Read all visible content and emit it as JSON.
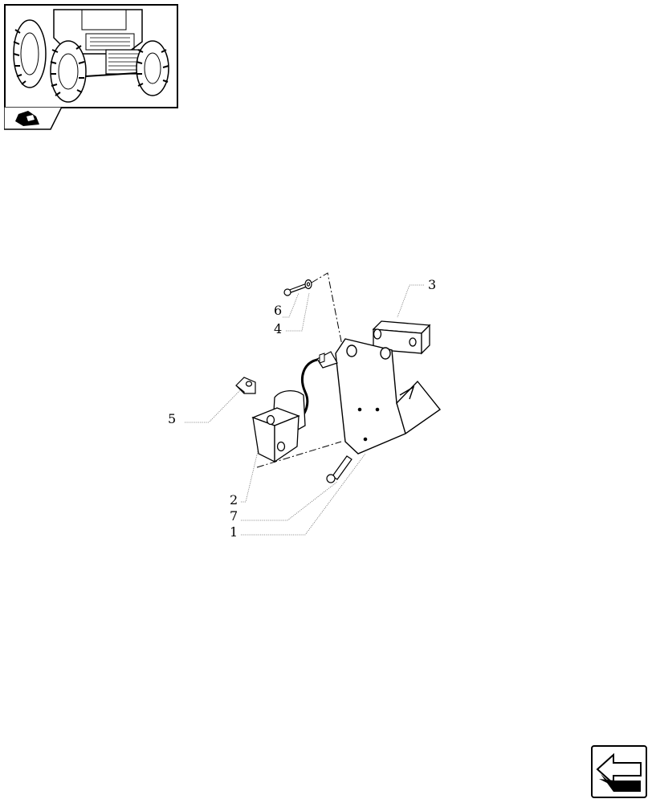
{
  "thumbnail": {
    "icon": "tractor-front-icon"
  },
  "tab": {
    "icon": "hand-pointer-icon"
  },
  "diagram": {
    "callouts": {
      "c1": "1",
      "c2": "2",
      "c3": "3",
      "c4": "4",
      "c5": "5",
      "c6": "6",
      "c7": "7"
    }
  },
  "nav": {
    "icon": "previous-page-arrow-icon"
  }
}
